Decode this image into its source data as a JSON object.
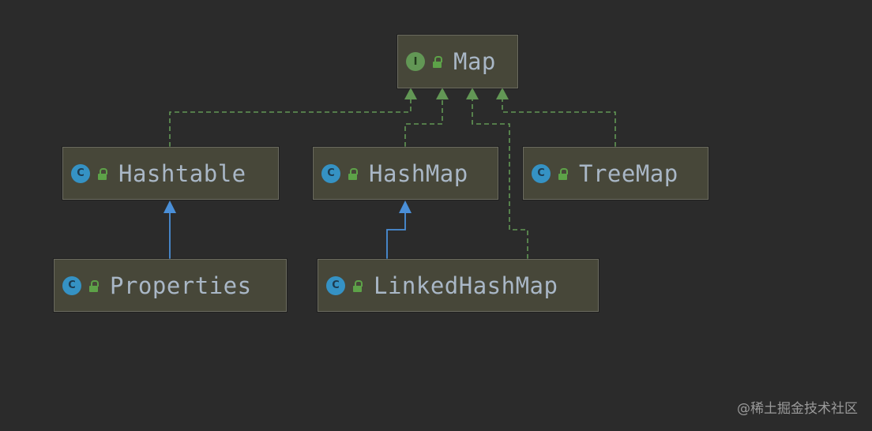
{
  "nodes": {
    "map": {
      "name": "Map",
      "kind_letter": "I"
    },
    "hashtable": {
      "name": "Hashtable",
      "kind_letter": "C"
    },
    "hashmap": {
      "name": "HashMap",
      "kind_letter": "C"
    },
    "treemap": {
      "name": "TreeMap",
      "kind_letter": "C"
    },
    "properties": {
      "name": "Properties",
      "kind_letter": "C"
    },
    "linkedhashmap": {
      "name": "LinkedHashMap",
      "kind_letter": "C"
    }
  },
  "edges": [
    {
      "from": "Hashtable",
      "to": "Map",
      "type": "implements"
    },
    {
      "from": "HashMap",
      "to": "Map",
      "type": "implements"
    },
    {
      "from": "LinkedHashMap",
      "to": "Map",
      "type": "implements"
    },
    {
      "from": "TreeMap",
      "to": "Map",
      "type": "implements"
    },
    {
      "from": "Properties",
      "to": "Hashtable",
      "type": "extends"
    },
    {
      "from": "LinkedHashMap",
      "to": "HashMap",
      "type": "extends"
    }
  ],
  "colors": {
    "background": "#2b2b2b",
    "node_fill": "#474739",
    "implements_line": "#629755",
    "extends_line": "#4a8fd8",
    "class_badge": "#3592c4",
    "interface_badge": "#629755"
  },
  "watermark": "@稀土掘金技术社区"
}
